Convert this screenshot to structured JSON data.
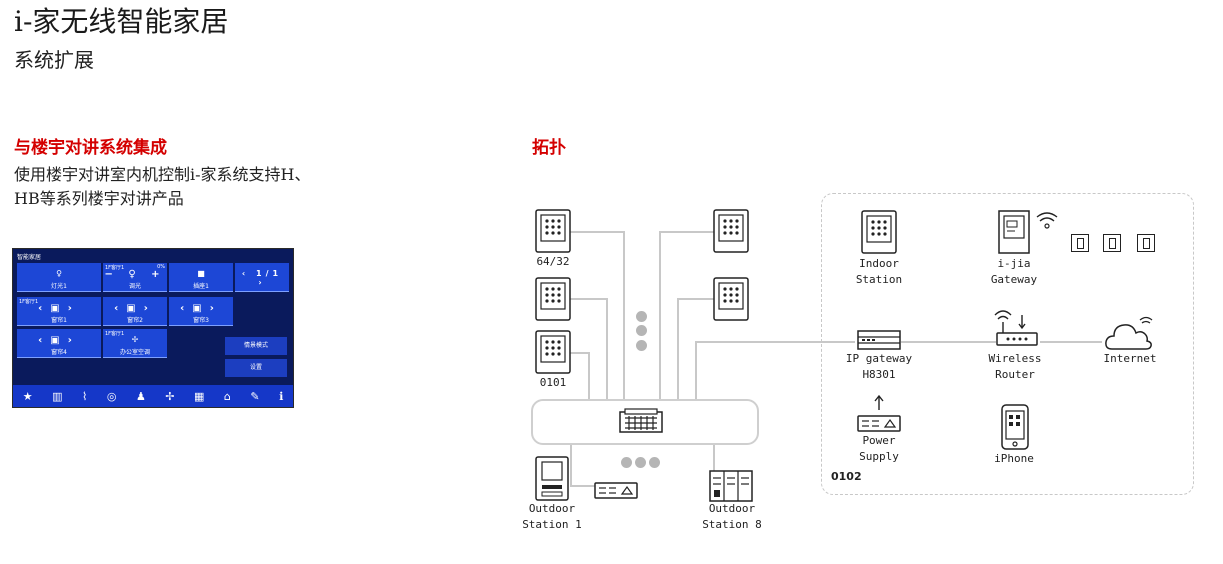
{
  "header": {
    "title": "i-家无线智能家居",
    "subtitle": "系统扩展"
  },
  "integration": {
    "heading": "与楼宇对讲系统集成",
    "description_line1": "使用楼宇对讲室内机控制i-家系统支持H、",
    "description_line2": "HB等系列楼宇对讲产品"
  },
  "panel": {
    "header": "智能家居",
    "tiles": [
      {
        "label": "灯光1",
        "small": ""
      },
      {
        "label": "调光",
        "small": "1F客厅1",
        "extra": "0%"
      },
      {
        "label": "插座1",
        "small": ""
      },
      {
        "label": "1/1",
        "small": ""
      },
      {
        "label": "窗帘1",
        "small": "1F客厅1"
      },
      {
        "label": "窗帘2",
        "small": ""
      },
      {
        "label": "窗帘3",
        "small": ""
      },
      {
        "label": "窗帘4",
        "small": ""
      },
      {
        "label": "办公室空调",
        "small": "1F客厅1"
      }
    ],
    "buttons": [
      "情景模式",
      "设置"
    ]
  },
  "topology": {
    "heading": "拓扑",
    "nodes": {
      "indoor_top": "64/32",
      "indoor_bottom": "0101",
      "outdoor1": "Outdoor\nStation 1",
      "outdoor8": "Outdoor\nStation 8",
      "indoor_station": "Indoor\nStation",
      "ijia_gateway": "i-jia\nGateway",
      "ip_gateway": "IP gateway\nH8301",
      "wireless_router": "Wireless\nRouter",
      "internet": "Internet",
      "power_supply": "Power\nSupply",
      "iphone": "iPhone"
    },
    "zone_label": "0102"
  },
  "colors": {
    "accent": "#d40000",
    "line": "#c8c8c8",
    "panel_bg": "#0a1a5c",
    "tile": "#1d47d6"
  }
}
